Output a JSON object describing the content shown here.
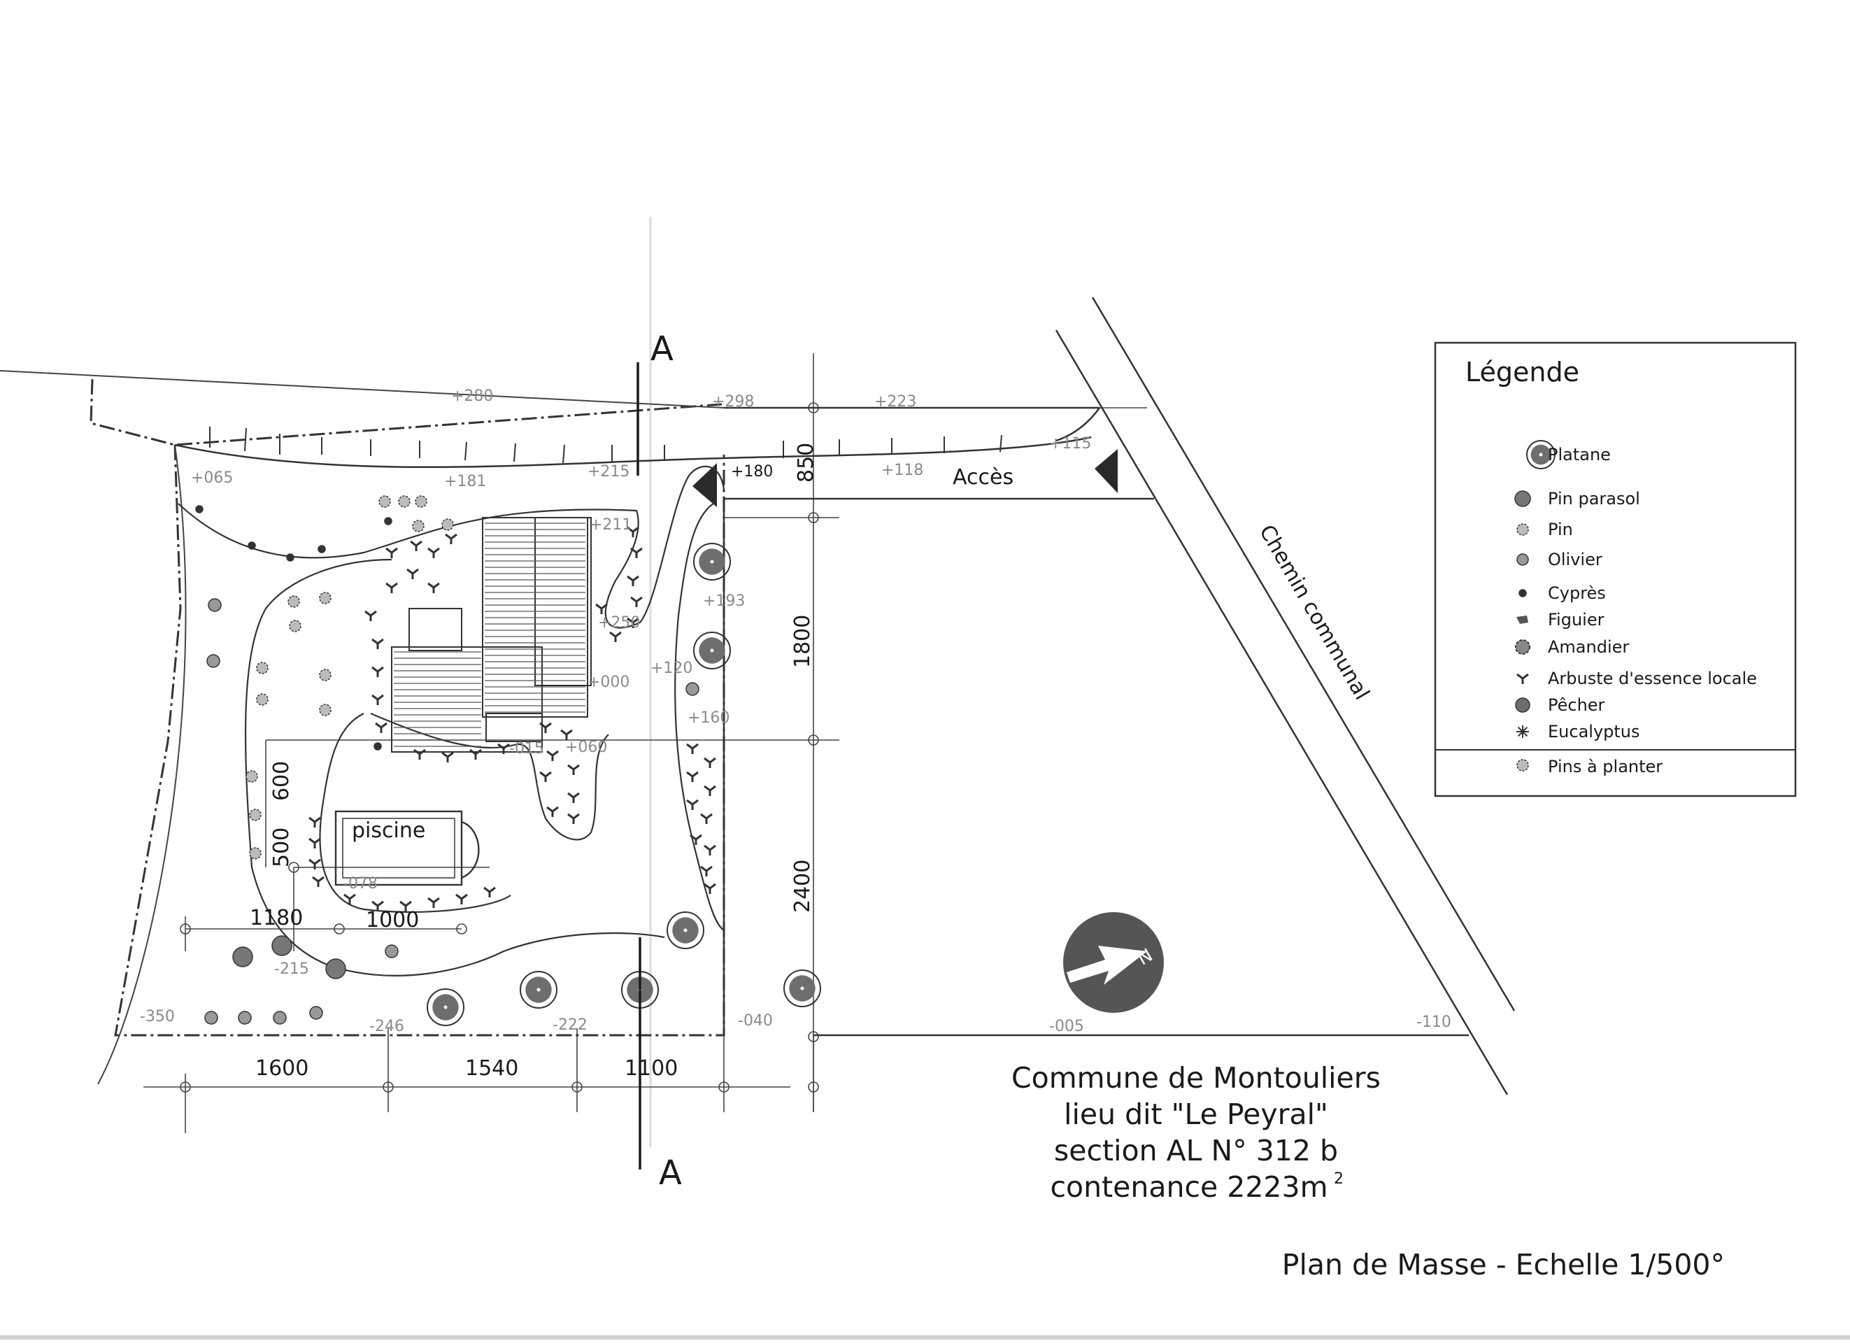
{
  "sections": {
    "top_label": "A",
    "bottom_label": "A"
  },
  "elevations": [
    "+280",
    "+298",
    "+223",
    "+115",
    "+065",
    "+181",
    "+215",
    "+180",
    "+118",
    "+211",
    "+193",
    "+250",
    "+000",
    "+120",
    "+160",
    "-015",
    "+060",
    "-078",
    "-215",
    "-350",
    "-246",
    "-222",
    "-040",
    "-005",
    "-110"
  ],
  "labels": {
    "acces": "Accès",
    "chemin": "Chemin communal",
    "piscine": "piscine"
  },
  "dimensions": {
    "d850": "850",
    "d1800": "1800",
    "d2400": "2400",
    "d600": "600",
    "d500": "500",
    "d1180": "1180",
    "d1000": "1000",
    "d1600": "1600",
    "d1540": "1540",
    "d1100": "1100"
  },
  "legend": {
    "title": "Légende",
    "items": [
      {
        "icon": "platane-icon",
        "label": "Platane"
      },
      {
        "icon": "pin-parasol-icon",
        "label": "Pin parasol"
      },
      {
        "icon": "pin-icon",
        "label": "Pin"
      },
      {
        "icon": "olivier-icon",
        "label": "Olivier"
      },
      {
        "icon": "cypres-icon",
        "label": "Cyprès"
      },
      {
        "icon": "figuier-icon",
        "label": "Figuier"
      },
      {
        "icon": "amandier-icon",
        "label": "Amandier"
      },
      {
        "icon": "arbuste-icon",
        "label": "Arbuste  d'essence locale"
      },
      {
        "icon": "pecher-icon",
        "label": "Pêcher"
      },
      {
        "icon": "eucalyptus-icon",
        "label": "Eucalyptus"
      }
    ],
    "footer": {
      "icon": "pins-a-planter-icon",
      "label": "Pins à planter"
    }
  },
  "compass": {
    "letter": "N"
  },
  "title_block": {
    "line1": "Commune de Montouliers",
    "line2": "lieu dit \"Le Peyral\"",
    "line3": "section AL N° 312 b",
    "line4": "contenance 2223m",
    "line4_sup": "2",
    "plan": "Plan de Masse  - Echelle 1/500°"
  },
  "colors": {
    "ink": "#1a1a1a",
    "grey": "#8a8a8a",
    "tree_fill": "#6e6e6e",
    "compass": "#555555"
  }
}
